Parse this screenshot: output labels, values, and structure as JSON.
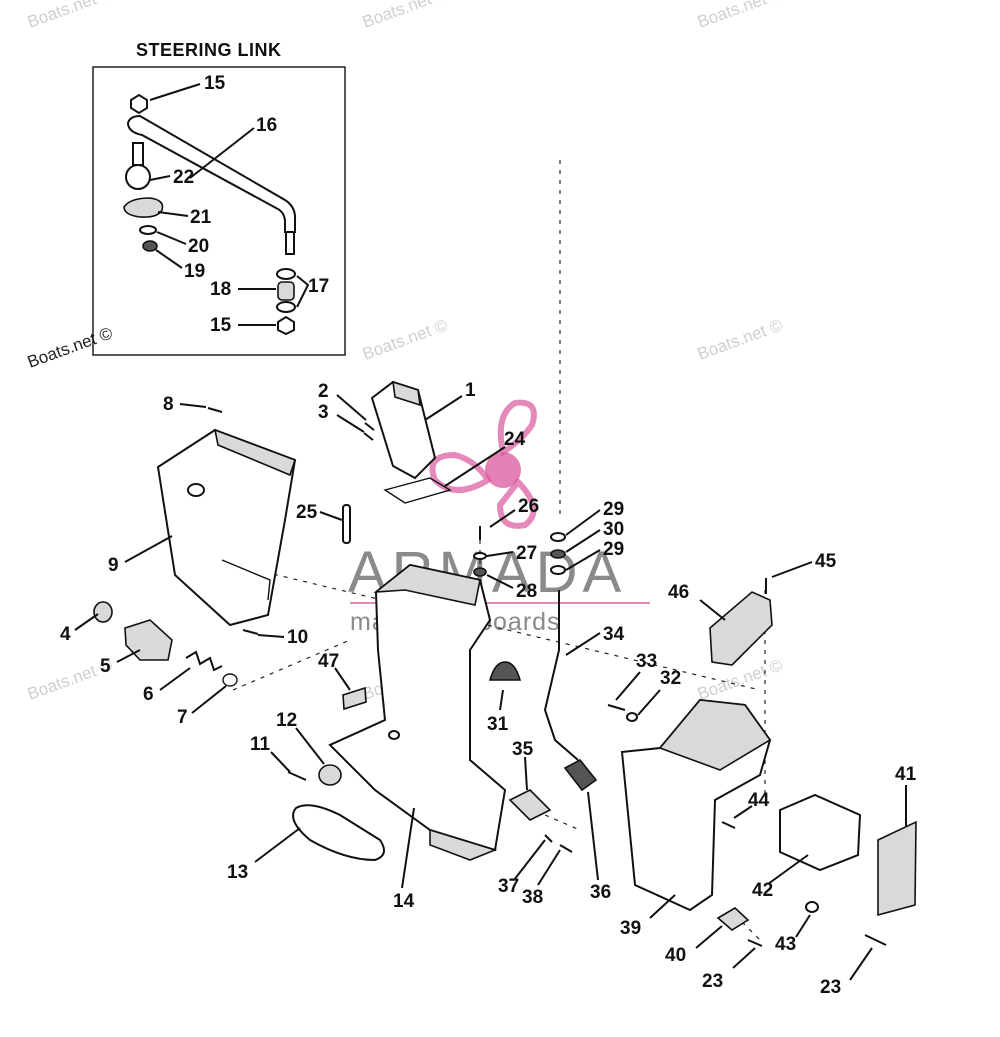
{
  "diagram": {
    "inset_title": "STEERING LINK",
    "watermark_text": "Boats.net ©",
    "logo": {
      "name": "ARMADA",
      "tagline": "marine outboards",
      "accent_color": "#d9579b",
      "text_color": "#8a8a8a"
    },
    "callouts": [
      {
        "id": "c15a",
        "label": "15"
      },
      {
        "id": "c16",
        "label": "16"
      },
      {
        "id": "c22",
        "label": "22"
      },
      {
        "id": "c21",
        "label": "21"
      },
      {
        "id": "c20",
        "label": "20"
      },
      {
        "id": "c19",
        "label": "19"
      },
      {
        "id": "c18",
        "label": "18"
      },
      {
        "id": "c17",
        "label": "17"
      },
      {
        "id": "c15b",
        "label": "15"
      },
      {
        "id": "c1",
        "label": "1"
      },
      {
        "id": "c2",
        "label": "2"
      },
      {
        "id": "c3",
        "label": "3"
      },
      {
        "id": "c8",
        "label": "8"
      },
      {
        "id": "c24",
        "label": "24"
      },
      {
        "id": "c25",
        "label": "25"
      },
      {
        "id": "c26",
        "label": "26"
      },
      {
        "id": "c27",
        "label": "27"
      },
      {
        "id": "c28",
        "label": "28"
      },
      {
        "id": "c29a",
        "label": "29"
      },
      {
        "id": "c30",
        "label": "30"
      },
      {
        "id": "c29b",
        "label": "29"
      },
      {
        "id": "c45",
        "label": "45"
      },
      {
        "id": "c46",
        "label": "46"
      },
      {
        "id": "c9",
        "label": "9"
      },
      {
        "id": "c4",
        "label": "4"
      },
      {
        "id": "c5",
        "label": "5"
      },
      {
        "id": "c6",
        "label": "6"
      },
      {
        "id": "c7",
        "label": "7"
      },
      {
        "id": "c10",
        "label": "10"
      },
      {
        "id": "c47",
        "label": "47"
      },
      {
        "id": "c34",
        "label": "34"
      },
      {
        "id": "c33",
        "label": "33"
      },
      {
        "id": "c32",
        "label": "32"
      },
      {
        "id": "c31",
        "label": "31"
      },
      {
        "id": "c11",
        "label": "11"
      },
      {
        "id": "c12",
        "label": "12"
      },
      {
        "id": "c35",
        "label": "35"
      },
      {
        "id": "c13",
        "label": "13"
      },
      {
        "id": "c14",
        "label": "14"
      },
      {
        "id": "c37",
        "label": "37"
      },
      {
        "id": "c38",
        "label": "38"
      },
      {
        "id": "c36",
        "label": "36"
      },
      {
        "id": "c44",
        "label": "44"
      },
      {
        "id": "c41",
        "label": "41"
      },
      {
        "id": "c42",
        "label": "42"
      },
      {
        "id": "c39",
        "label": "39"
      },
      {
        "id": "c40",
        "label": "40"
      },
      {
        "id": "c43",
        "label": "43"
      },
      {
        "id": "c23a",
        "label": "23"
      },
      {
        "id": "c23b",
        "label": "23"
      }
    ]
  }
}
